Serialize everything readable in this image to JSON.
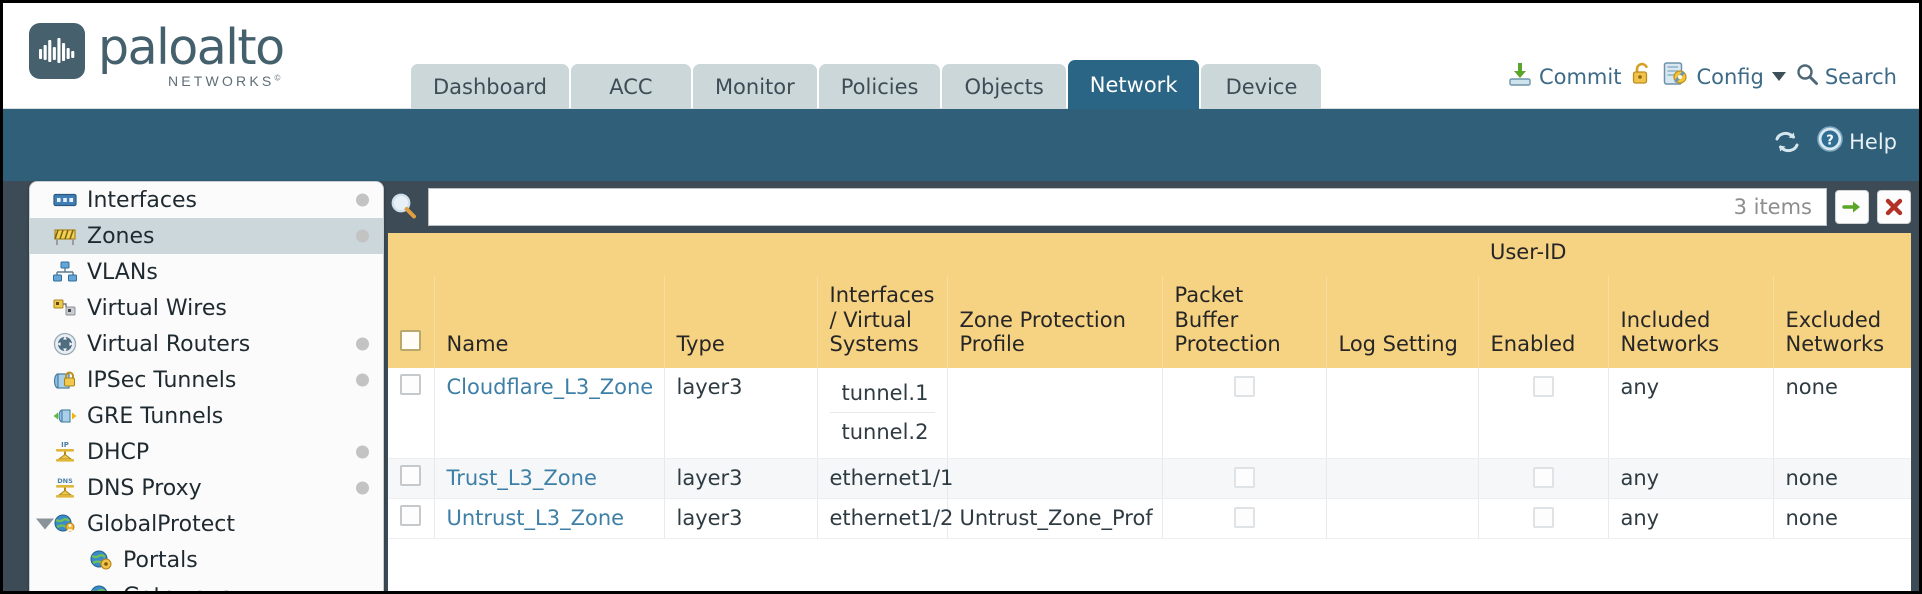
{
  "header": {
    "logo": {
      "word": "paloalto",
      "sub": "NETWORKS",
      "sup": "©",
      "icon": "paloalto-logo-icon"
    },
    "tabs": [
      {
        "label": "Dashboard",
        "active": false
      },
      {
        "label": "ACC",
        "active": false
      },
      {
        "label": "Monitor",
        "active": false
      },
      {
        "label": "Policies",
        "active": false
      },
      {
        "label": "Objects",
        "active": false
      },
      {
        "label": "Network",
        "active": true
      },
      {
        "label": "Device",
        "active": false
      }
    ],
    "actions": {
      "commit": "Commit",
      "config": "Config",
      "search": "Search"
    }
  },
  "blueband": {
    "refresh_label": "",
    "help": "Help"
  },
  "sidebar": {
    "items": [
      {
        "label": "Interfaces",
        "icon": "interfaces-icon",
        "dot": true,
        "selected": false,
        "child": false,
        "expander": false
      },
      {
        "label": "Zones",
        "icon": "zones-icon",
        "dot": true,
        "selected": true,
        "child": false,
        "expander": false
      },
      {
        "label": "VLANs",
        "icon": "vlans-icon",
        "dot": false,
        "selected": false,
        "child": false,
        "expander": false
      },
      {
        "label": "Virtual Wires",
        "icon": "virtual-wires-icon",
        "dot": false,
        "selected": false,
        "child": false,
        "expander": false
      },
      {
        "label": "Virtual Routers",
        "icon": "virtual-routers-icon",
        "dot": true,
        "selected": false,
        "child": false,
        "expander": false
      },
      {
        "label": "IPSec Tunnels",
        "icon": "ipsec-tunnels-icon",
        "dot": true,
        "selected": false,
        "child": false,
        "expander": false
      },
      {
        "label": "GRE Tunnels",
        "icon": "gre-tunnels-icon",
        "dot": false,
        "selected": false,
        "child": false,
        "expander": false
      },
      {
        "label": "DHCP",
        "icon": "dhcp-icon",
        "dot": true,
        "selected": false,
        "child": false,
        "expander": false
      },
      {
        "label": "DNS Proxy",
        "icon": "dns-proxy-icon",
        "dot": true,
        "selected": false,
        "child": false,
        "expander": false
      },
      {
        "label": "GlobalProtect",
        "icon": "globalprotect-icon",
        "dot": false,
        "selected": false,
        "child": false,
        "expander": true
      },
      {
        "label": "Portals",
        "icon": "portals-icon",
        "dot": false,
        "selected": false,
        "child": true,
        "expander": false
      },
      {
        "label": "Gateways",
        "icon": "gateways-icon",
        "dot": false,
        "selected": false,
        "child": true,
        "expander": false
      }
    ]
  },
  "search": {
    "value": "",
    "placeholder": "",
    "item_count": "3 items",
    "apply_icon": "apply-filter-icon",
    "clear_icon": "clear-filter-icon",
    "magnifier_icon": "search-icon"
  },
  "table": {
    "group_header": "User-ID",
    "columns": [
      "Name",
      "Type",
      "Interfaces / Virtual Systems",
      "Zone Protection Profile",
      "Packet Buffer Protection",
      "Log Setting",
      "Enabled",
      "Included Networks",
      "Excluded Networks"
    ],
    "rows": [
      {
        "name": "Cloudflare_L3_Zone",
        "type": "layer3",
        "interfaces": [
          "tunnel.1",
          "tunnel.2"
        ],
        "zone_protection_profile": "",
        "packet_buffer_protection": false,
        "log_setting": "",
        "userid_enabled": false,
        "included_networks": "any",
        "excluded_networks": "none"
      },
      {
        "name": "Trust_L3_Zone",
        "type": "layer3",
        "interfaces": [
          "ethernet1/1"
        ],
        "zone_protection_profile": "",
        "packet_buffer_protection": false,
        "log_setting": "",
        "userid_enabled": false,
        "included_networks": "any",
        "excluded_networks": "none"
      },
      {
        "name": "Untrust_L3_Zone",
        "type": "layer3",
        "interfaces": [
          "ethernet1/2"
        ],
        "zone_protection_profile": "Untrust_Zone_Prof",
        "packet_buffer_protection": false,
        "log_setting": "",
        "userid_enabled": false,
        "included_networks": "any",
        "excluded_networks": "none"
      }
    ]
  },
  "colors": {
    "brand_slate": "#46606e",
    "nav_active": "#2a6585",
    "blueband": "#2f5f79",
    "body_bg": "#3c4b55",
    "table_header": "#f6d283",
    "table_group_header": "#e4b752",
    "link": "#3d7fa6"
  }
}
